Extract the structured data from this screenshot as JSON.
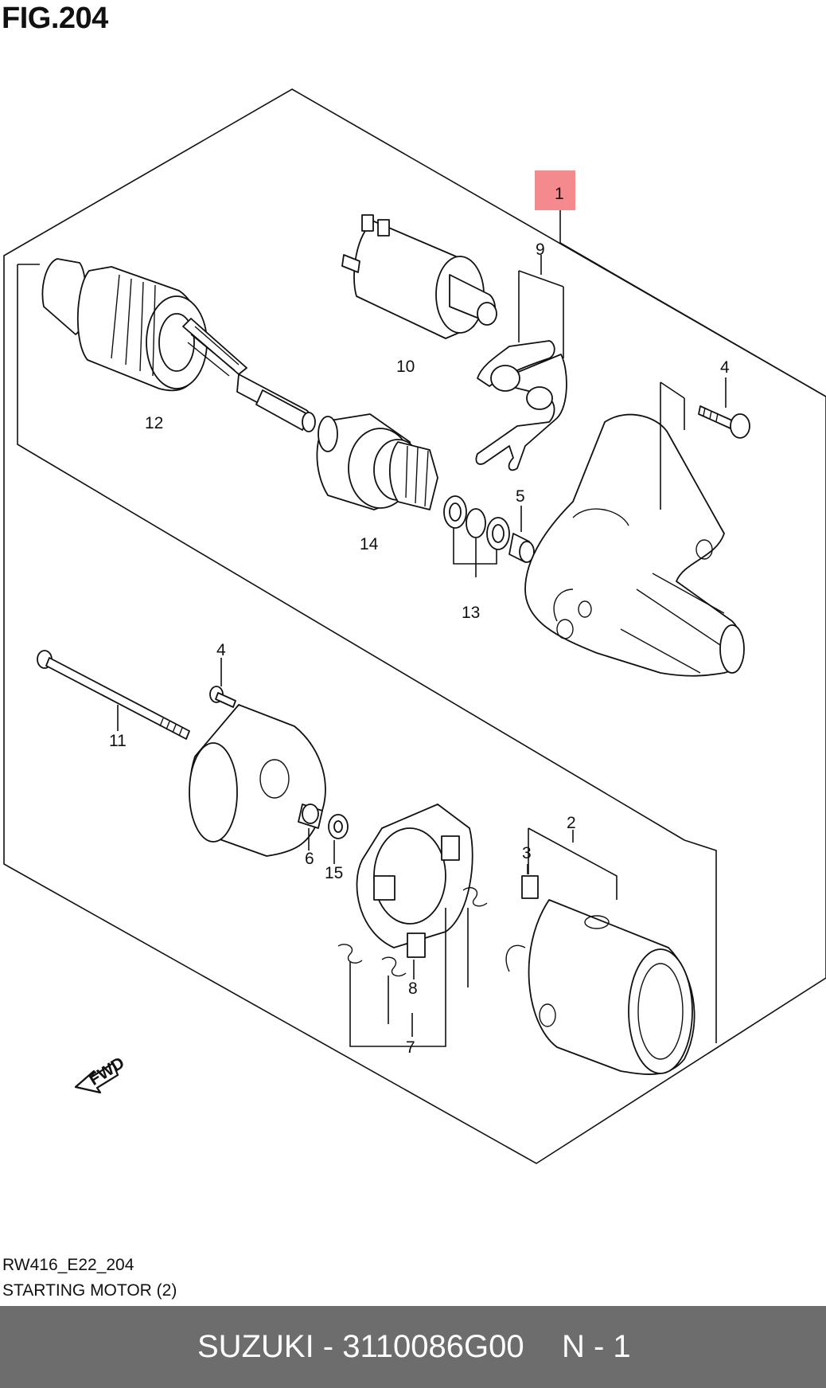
{
  "figure": {
    "title": "FIG.204"
  },
  "callouts": {
    "c1": "1",
    "c2": "2",
    "c3": "3",
    "c4a": "4",
    "c4b": "4",
    "c5": "5",
    "c6": "6",
    "c7": "7",
    "c8": "8",
    "c9": "9",
    "c10": "10",
    "c11": "11",
    "c12": "12",
    "c13": "13",
    "c14": "14",
    "c15": "15"
  },
  "fwd_label": "FWD",
  "highlight_color": "#f48a8e",
  "caption": {
    "code": "RW416_E22_204",
    "name": "STARTING MOTOR (2)"
  },
  "footer": {
    "part": "SUZUKI - 3110086G00",
    "qty": "N - 1",
    "bg_color": "#6d6d6d"
  }
}
